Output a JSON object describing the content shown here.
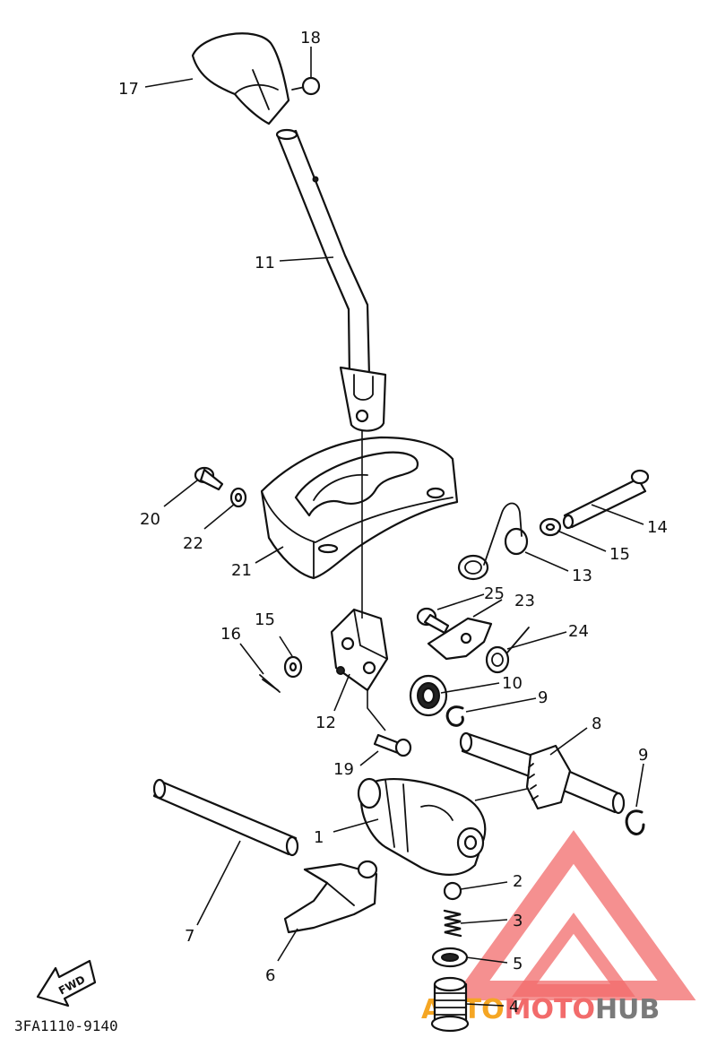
{
  "diagram": {
    "part_code": "3FA1110-9140",
    "fwd_label": "FWD",
    "callouts": {
      "c1": "1",
      "c2": "2",
      "c3": "3",
      "c4": "4",
      "c5": "5",
      "c6": "6",
      "c7": "7",
      "c8": "8",
      "c9a": "9",
      "c9b": "9",
      "c10": "10",
      "c11": "11",
      "c12": "12",
      "c13": "13",
      "c14": "14",
      "c15a": "15",
      "c15b": "15",
      "c16": "16",
      "c17": "17",
      "c18": "18",
      "c19": "19",
      "c20": "20",
      "c21": "21",
      "c22": "22",
      "c23": "23",
      "c24": "24",
      "c25": "25"
    }
  },
  "watermark": {
    "part1": "AUTO",
    "part2": "MOTO",
    "part3": "HUB",
    "color_primary": "#f26b6b",
    "color_accent": "#f5a623",
    "color_gray": "#7a7a7a"
  }
}
